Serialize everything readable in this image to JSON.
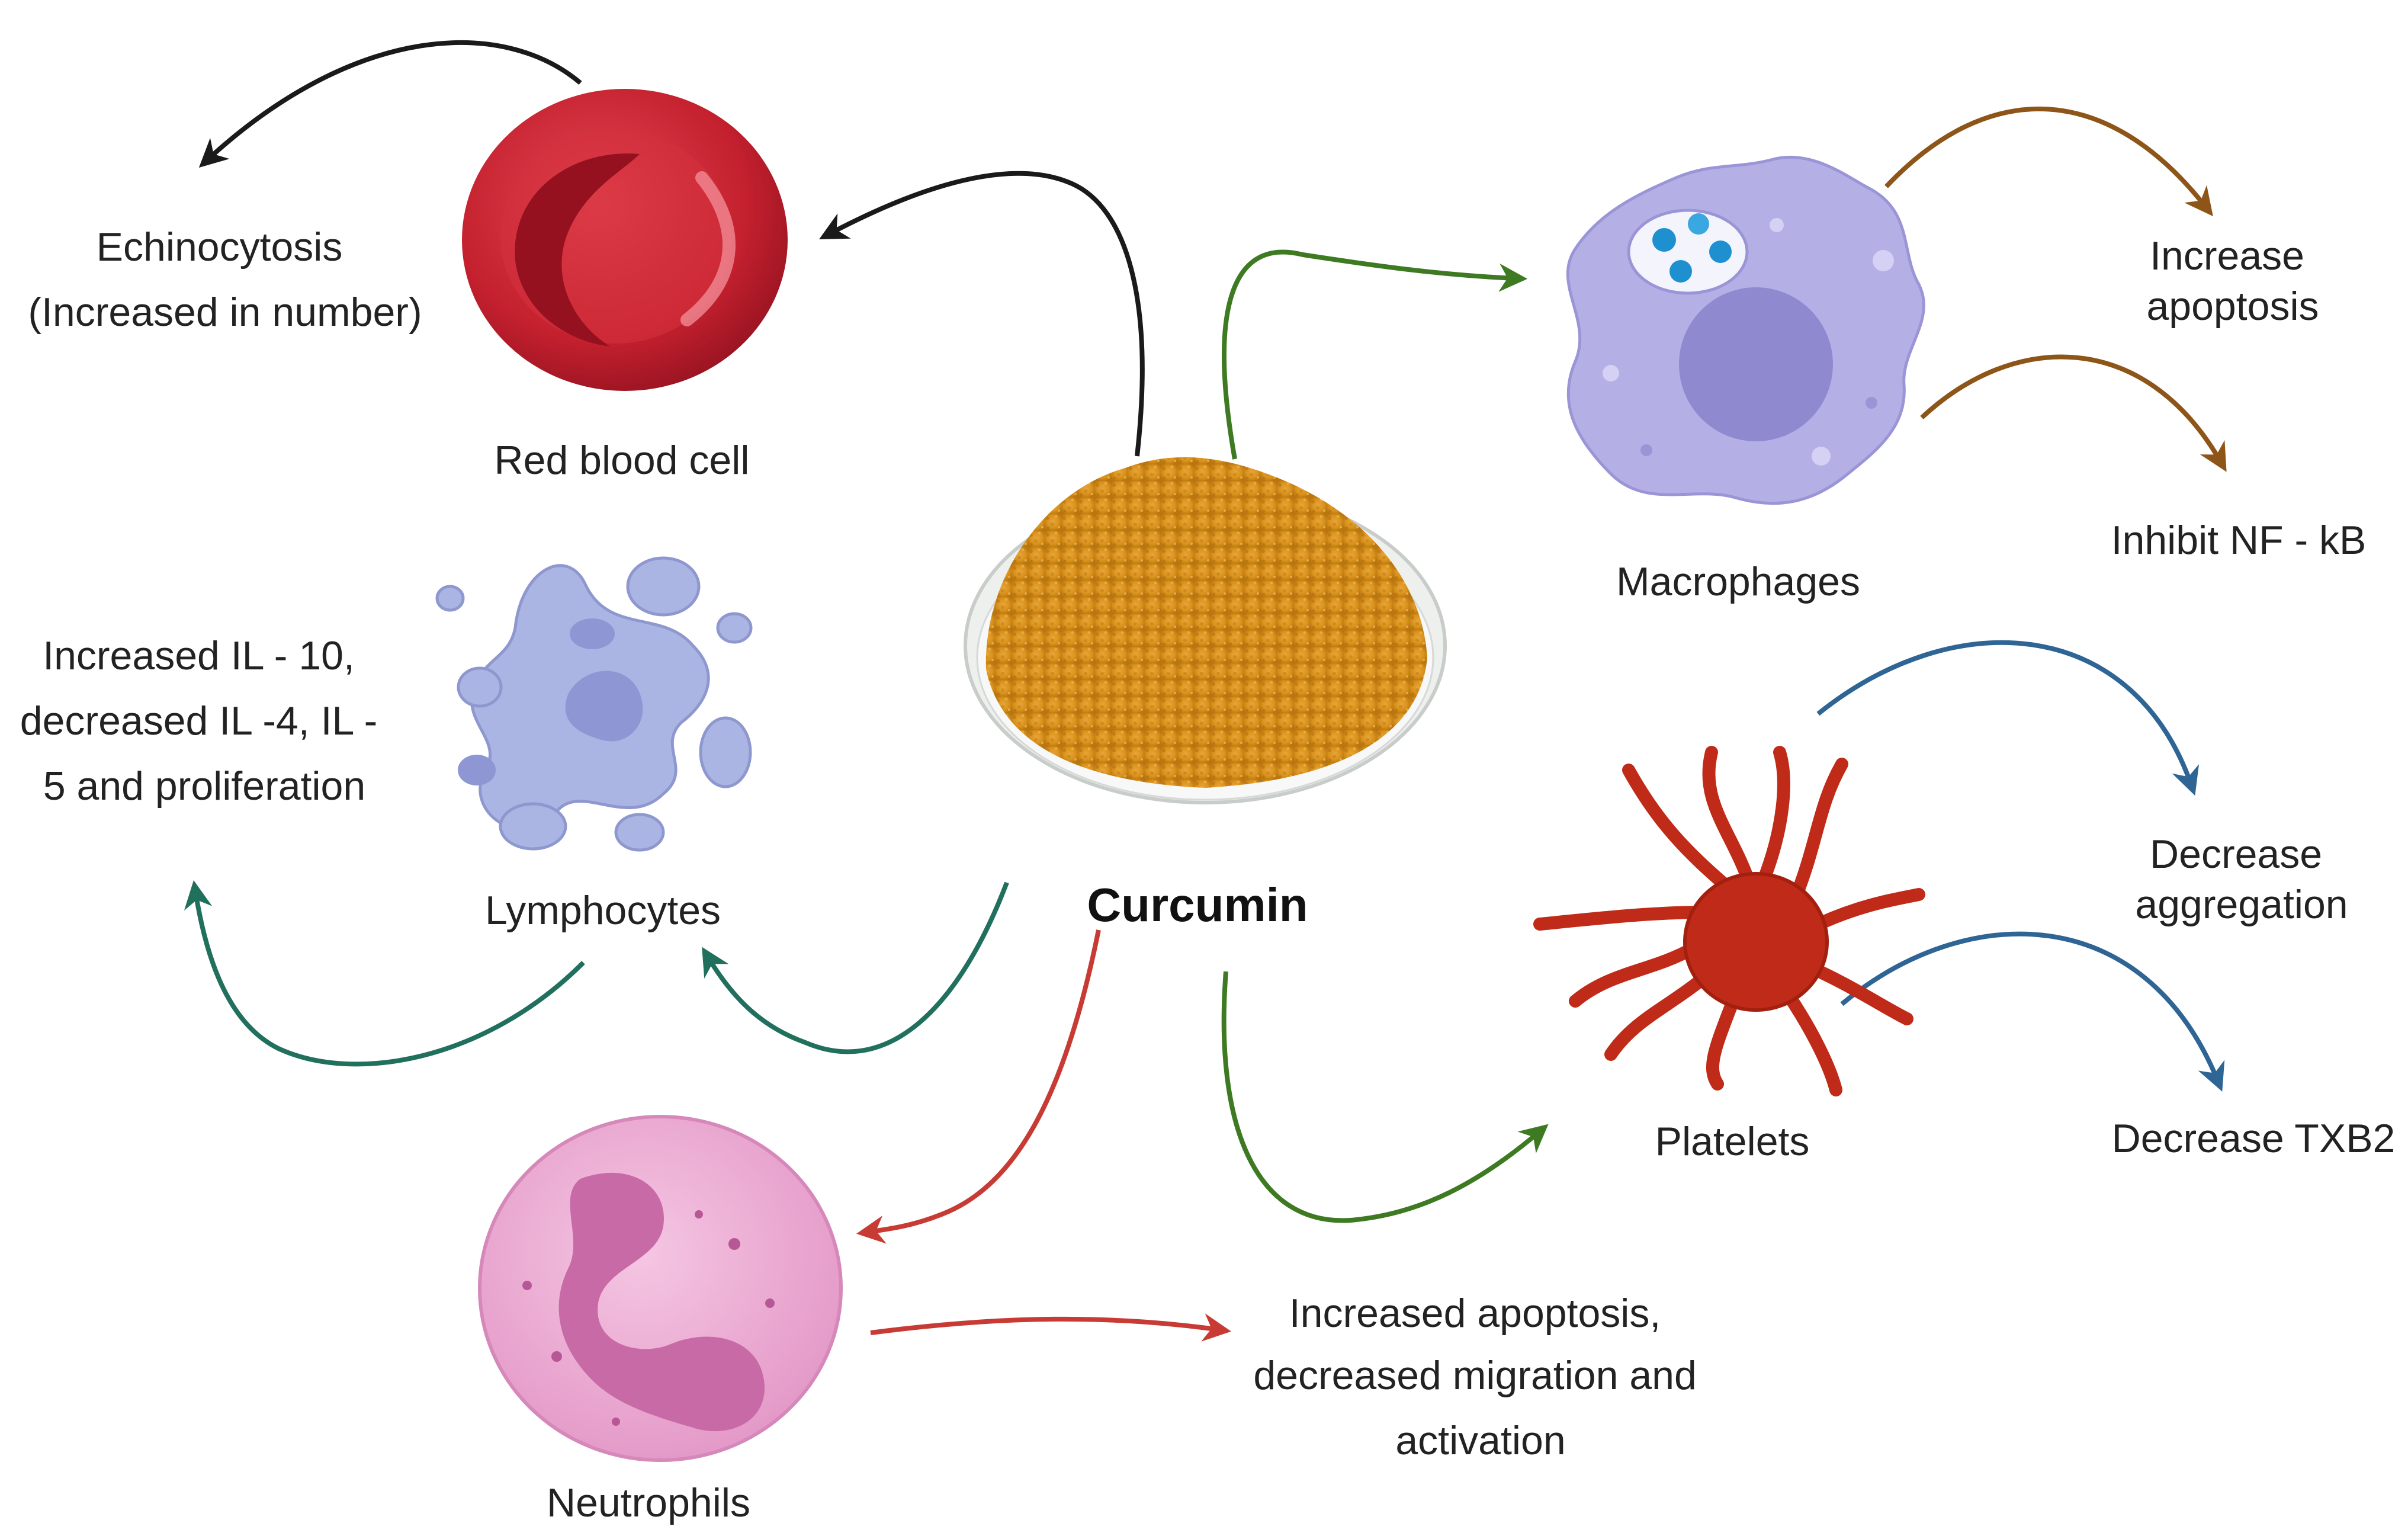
{
  "center": {
    "label": "Curcumin"
  },
  "cells": {
    "rbc": {
      "label": "Red blood cell"
    },
    "lymphocytes": {
      "label": "Lymphocytes"
    },
    "neutrophils": {
      "label": "Neutrophils"
    },
    "macrophages": {
      "label": "Macrophages"
    },
    "platelets": {
      "label": "Platelets"
    }
  },
  "effects": {
    "rbc": [
      "Echinocytosis",
      "(Increased in number)"
    ],
    "lymphocytes": [
      "Increased IL - 10,",
      "decreased IL -4, IL -",
      "5 and proliferation"
    ],
    "neutrophils": [
      "Increased apoptosis,",
      "decreased migration and",
      "activation"
    ],
    "macrophages_1": [
      "Increase",
      "apoptosis"
    ],
    "macrophages_2": [
      "Inhibit NF - kB"
    ],
    "platelets_1": [
      "Decrease",
      "aggregation"
    ],
    "platelets_2": [
      "Decrease TXB2"
    ]
  },
  "colors": {
    "black_arrow": "#1a1a1a",
    "green_arrow": "#3d7a22",
    "teal_arrow": "#21705e",
    "red_arrow": "#c73b34",
    "brown_arrow": "#8d5518",
    "blue_arrow": "#2e6594",
    "rbc": "#c4202e",
    "curcumin": "#d9921c",
    "lymphocyte": "#aab5e3",
    "macrophage": "#b4b0e6",
    "platelet": "#bf2b18",
    "neutrophil": "#eba6d2"
  }
}
